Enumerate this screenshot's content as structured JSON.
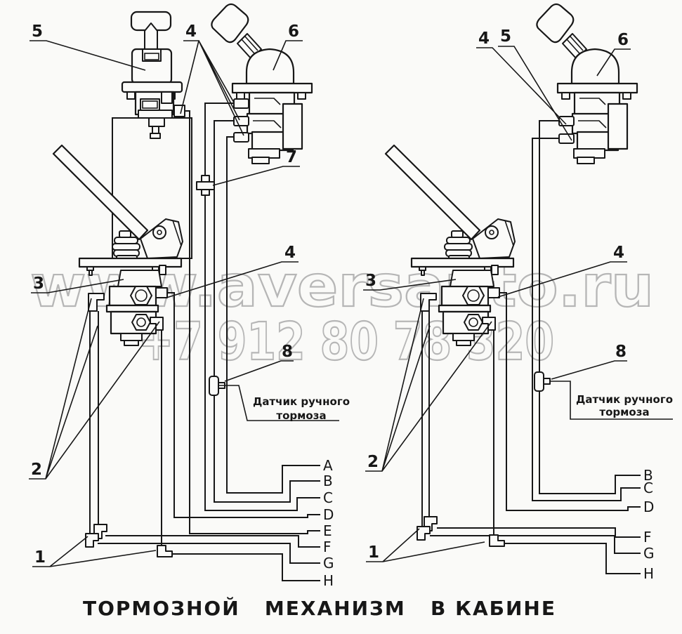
{
  "figure": {
    "caption": "ТОРМОЗНОЙ   МЕХАНИЗМ   В КАБИНЕ",
    "background": "#fafaf8",
    "ink_color": "#171717",
    "watermark_color": "#ababab"
  },
  "watermark": {
    "line1": "www.aversauto.ru",
    "line2": "+7 912 80 78 320"
  },
  "left": {
    "labels": {
      "l5": "5",
      "l4top": "4",
      "l6": "6",
      "l7": "7",
      "l3": "3",
      "l4mid": "4",
      "l8": "8",
      "l2": "2",
      "l1": "1"
    },
    "ports": [
      "A",
      "B",
      "C",
      "D",
      "E",
      "F",
      "G",
      "H"
    ],
    "sensor_line1": "Датчик ручного",
    "sensor_line2": "тормоза"
  },
  "right": {
    "labels": {
      "l4": "4",
      "l5": "5",
      "l6": "6",
      "l3": "3",
      "l4mid": "4",
      "l8": "8",
      "l2": "2",
      "l1": "1"
    },
    "ports": [
      "B",
      "C",
      "D",
      "F",
      "G",
      "H"
    ],
    "sensor_line1": "Датчик ручного",
    "sensor_line2": "тормоза"
  }
}
